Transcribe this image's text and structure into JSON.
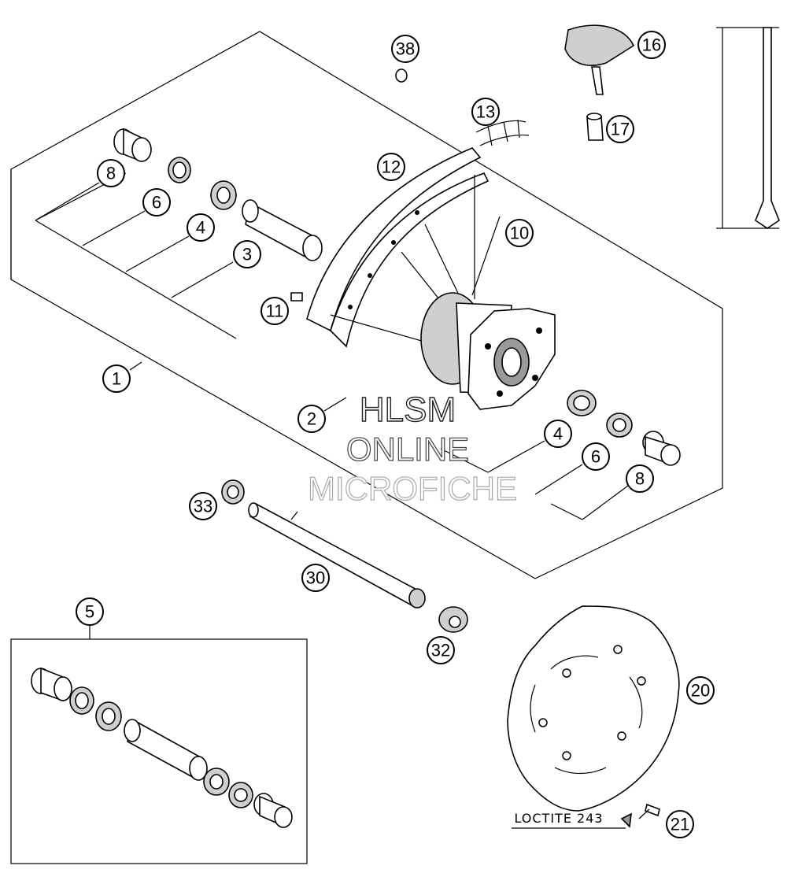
{
  "callouts": {
    "c1": "1",
    "c2": "2",
    "c3": "3",
    "c4a": "4",
    "c4b": "4",
    "c5": "5",
    "c6a": "6",
    "c6b": "6",
    "c8a": "8",
    "c8b": "8",
    "c10": "10",
    "c11": "11",
    "c12": "12",
    "c13": "13",
    "c16": "16",
    "c17": "17",
    "c20": "20",
    "c21": "21",
    "c30": "30",
    "c32": "32",
    "c33": "33",
    "c38": "38"
  },
  "note": {
    "loctite": "LOCTITE 243"
  },
  "watermark": {
    "line1": "HLSM",
    "line2": "ONLINE",
    "line3": "MICROFICHE"
  },
  "colors": {
    "ink": "#000000",
    "paper": "#ffffff",
    "metal": "#cfcfcf",
    "watermark_stroke": "#222222"
  }
}
